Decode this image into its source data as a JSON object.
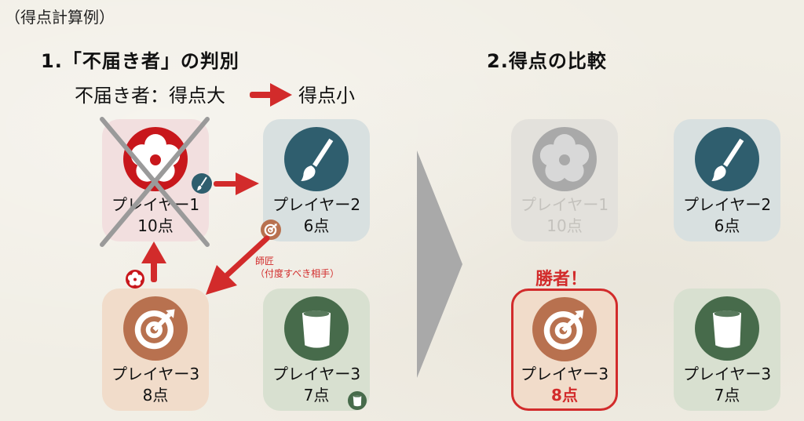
{
  "caption": "（得点計算例）",
  "section1": {
    "title": "1.「不届き者」の判別",
    "rule_left": "不届き者：得点大",
    "rule_right": "得点小",
    "master_label_line1": "師匠",
    "master_label_line2": "（付度すべき相手）",
    "cards": [
      {
        "name": "プレイヤー1",
        "points": "10点",
        "icon": "plum-flower-icon",
        "color": "#c8171c",
        "crossed": true
      },
      {
        "name": "プレイヤー2",
        "points": "6点",
        "icon": "brush-icon",
        "color": "#2f5e6e"
      },
      {
        "name": "プレイヤー3",
        "points": "8点",
        "icon": "target-icon",
        "color": "#b8714f"
      },
      {
        "name": "プレイヤー3",
        "points": "7点",
        "icon": "cup-icon",
        "color": "#476b4b"
      }
    ]
  },
  "section2": {
    "title": "2.得点の比較",
    "winner_label": "勝者！",
    "cards": [
      {
        "name": "プレイヤー1",
        "points": "10点",
        "icon": "plum-flower-icon",
        "greyed": true
      },
      {
        "name": "プレイヤー2",
        "points": "6点",
        "icon": "brush-icon"
      },
      {
        "name": "プレイヤー3",
        "points": "8点",
        "icon": "target-icon",
        "winner": true
      },
      {
        "name": "プレイヤー3",
        "points": "7点",
        "icon": "cup-icon"
      }
    ]
  },
  "colors": {
    "accent_red": "#d22b2b",
    "arrow_grey": "#a9a9a9",
    "background": "#f1eee5"
  }
}
